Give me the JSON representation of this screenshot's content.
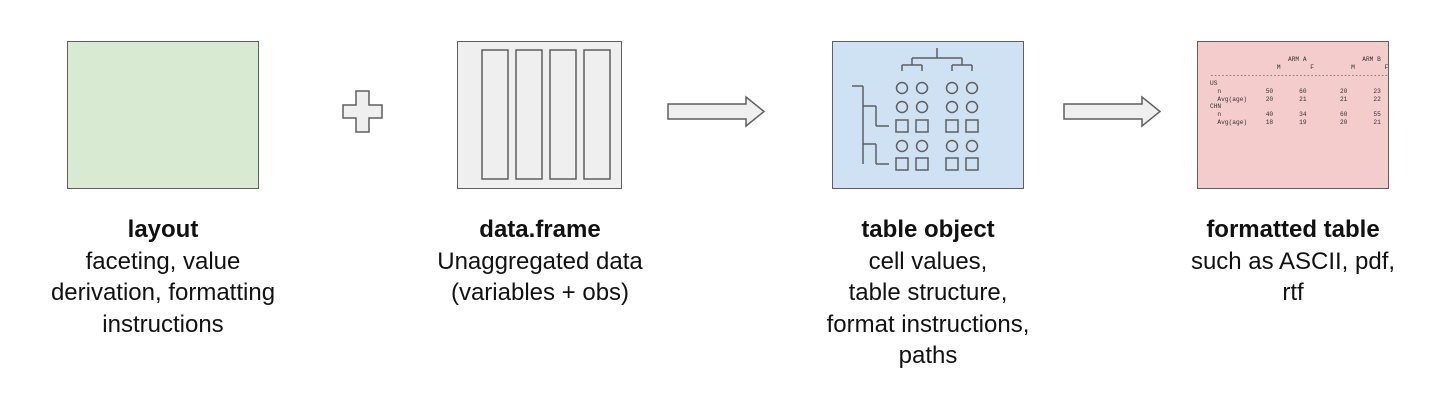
{
  "colors": {
    "layout_fill": "#d9ead3",
    "dataframe_fill": "#efefef",
    "table_object_fill": "#cfe2f3",
    "formatted_table_fill": "#f4cccc",
    "stroke": "#5f5f5f"
  },
  "operators": {
    "plus": "plus-icon",
    "arrow": "right-arrow-icon"
  },
  "layout": {
    "title": "layout",
    "lines": [
      "faceting, value",
      "derivation, formatting",
      "instructions"
    ]
  },
  "dataframe": {
    "title": "data.frame",
    "lines": [
      "Unaggregated data",
      "(variables + obs)"
    ]
  },
  "table_object": {
    "title": "table object",
    "lines": [
      "cell values,",
      "table structure,",
      "format instructions,",
      "paths"
    ]
  },
  "formatted_table": {
    "title": "formatted table",
    "lines": [
      "such as ASCII, pdf,",
      "rtf"
    ],
    "ascii_preview": [
      "                     ARM A               ARM B",
      "                  M        F          M        F",
      "------------------------------------------------",
      "US",
      "  n            50       60         20       23",
      "  Avg(age)     20       21         21       22",
      "CHN",
      "  n            40       34         60       55",
      "  Avg(age)     18       19         20       21"
    ]
  }
}
